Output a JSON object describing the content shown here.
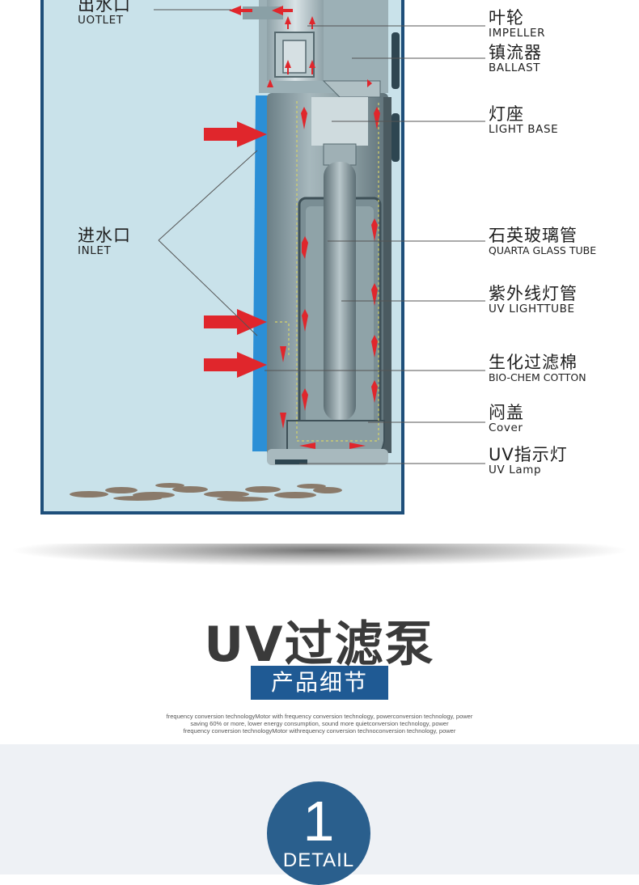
{
  "labels": {
    "outlet": {
      "zh": "出水口",
      "en": "UOTLET"
    },
    "inlet": {
      "zh": "进水口",
      "en": "INLET"
    },
    "impeller": {
      "zh": "叶轮",
      "en": "IMPELLER"
    },
    "ballast": {
      "zh": "镇流器",
      "en": "BALLAST"
    },
    "light_base": {
      "zh": "灯座",
      "en": "LIGHT BASE"
    },
    "quartz_tube": {
      "zh": "石英玻璃管",
      "en": "QUARTA GLASS TUBE"
    },
    "uv_tube": {
      "zh": "紫外线灯管",
      "en": "UV LIGHTTUBE"
    },
    "bio_cotton": {
      "zh": "生化过滤棉",
      "en": "BIO-CHEM COTTON"
    },
    "cover": {
      "zh": "闷盖",
      "en": "Cover"
    },
    "uv_lamp": {
      "zh": "UV指示灯",
      "en": "UV Lamp"
    }
  },
  "title": "UV过滤泵",
  "subtitle": "产品细节",
  "fine_print": [
    "frequency conversion technologyMotor with  frequency conversion technology, powerconversion technology, power",
    "saving 60% or more, lower energy consumption, sound more quietconversion technology, power",
    "frequency conversion technologyMotor withrequency conversion technoconversion technology, power"
  ],
  "detail": {
    "number": "1",
    "word": "DETAIL"
  },
  "colors": {
    "tank_water": "#c9e2ea",
    "tank_frame": "#1e4f7a",
    "inlet_panel": "#2b8fd6",
    "arrow": "#e0262c",
    "badge": "#1f5a94",
    "circle": "#2a5f8d"
  }
}
